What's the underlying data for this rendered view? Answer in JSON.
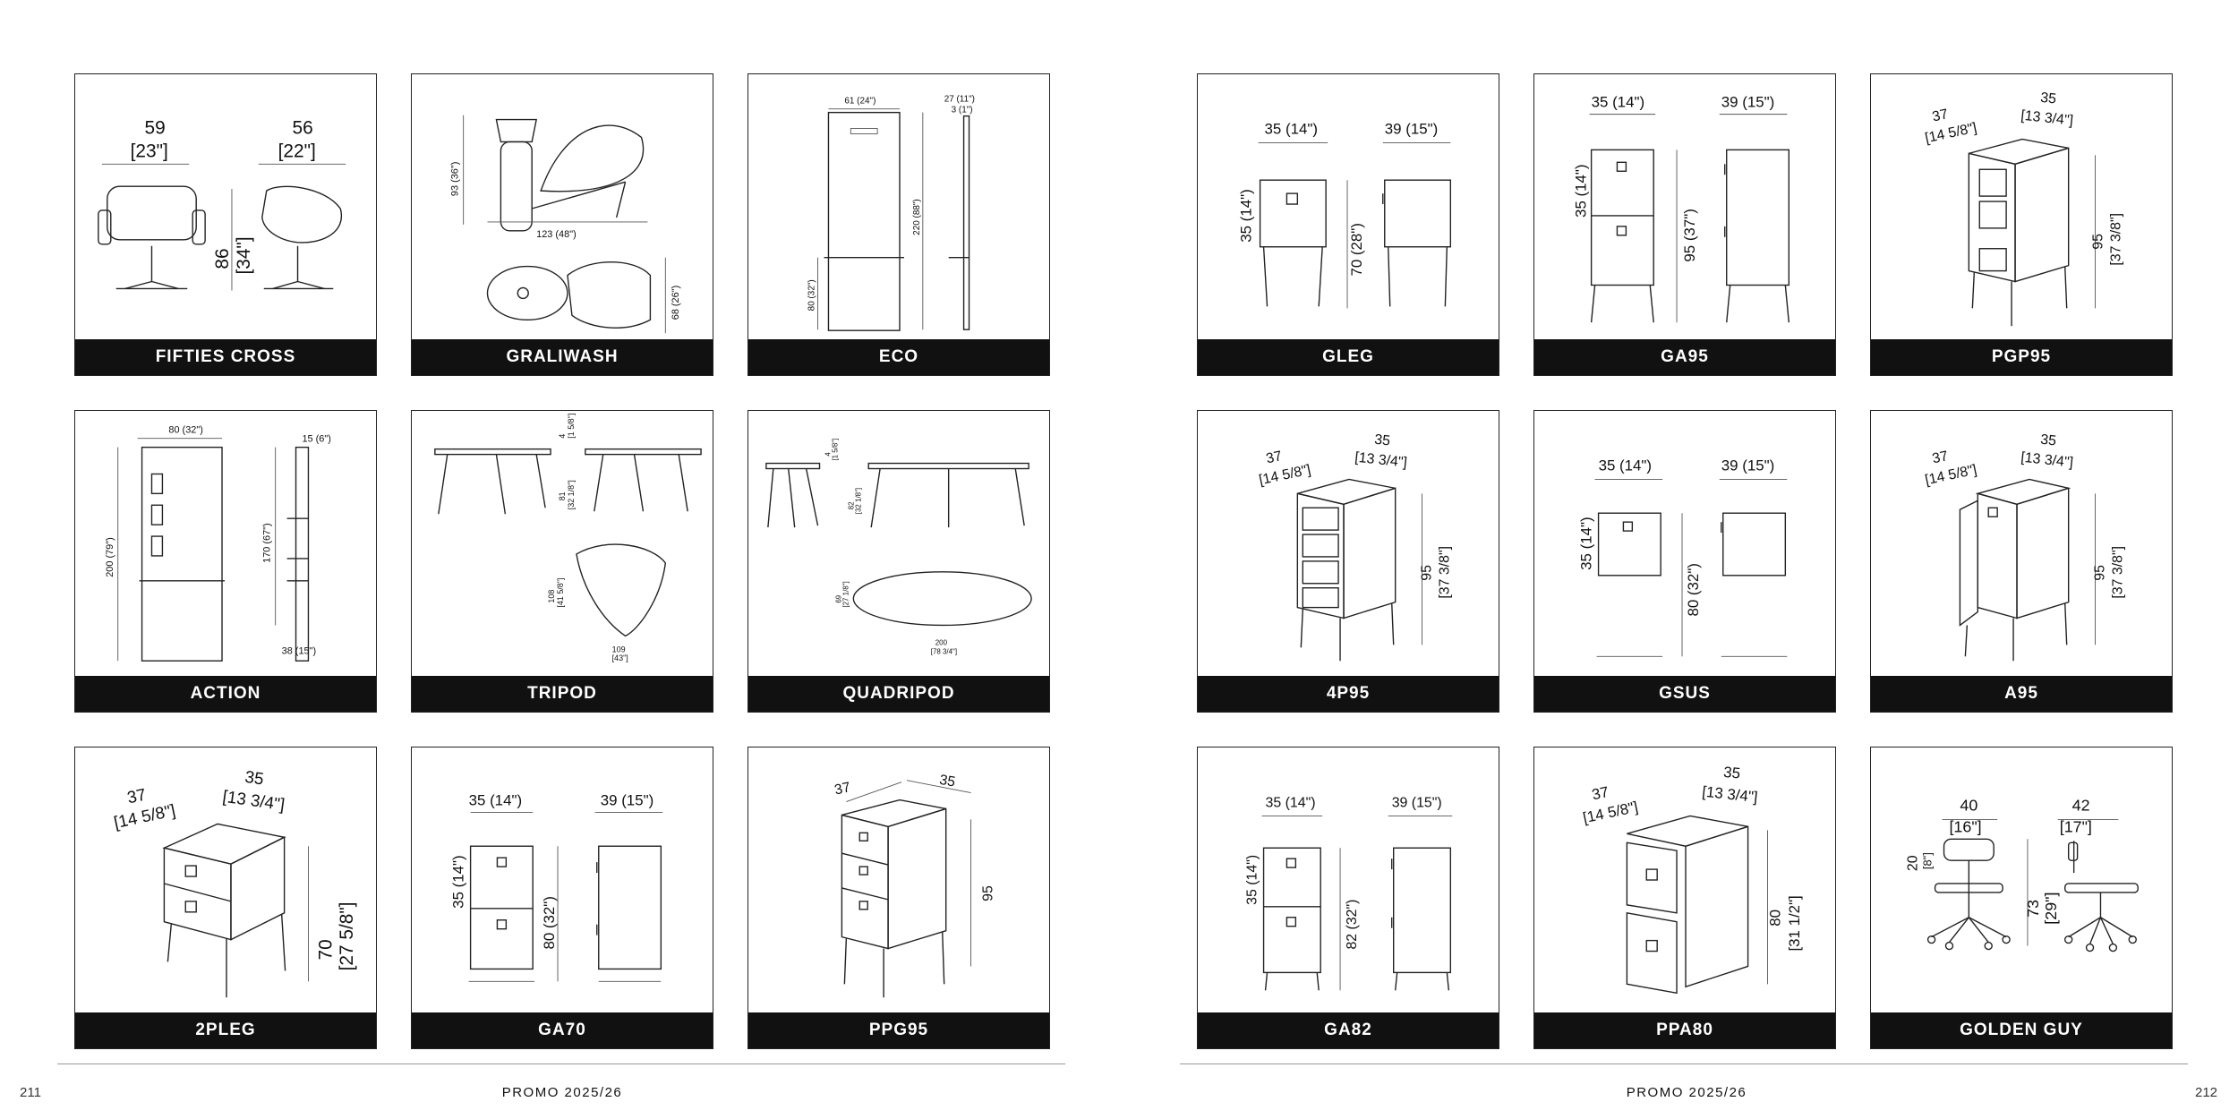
{
  "left_page": {
    "page_number": "211",
    "footer_title": "PROMO 2025/26",
    "cards": [
      {
        "name": "FIFTIES CROSS",
        "dims": [
          "59",
          "[23\"]",
          "56",
          "[22\"]",
          "86",
          "[34\"]"
        ]
      },
      {
        "name": "GRALIWASH",
        "dims": [
          "93 (36\")",
          "123 (48\")",
          "68 (26\")"
        ]
      },
      {
        "name": "ECO",
        "dims": [
          "61 (24\")",
          "27 (11\")",
          "3 (1\")",
          "220 (88\")",
          "80 (32\")"
        ]
      },
      {
        "name": "ACTION",
        "dims": [
          "80 (32\")",
          "15 (6\")",
          "200 (79\")",
          "170 (67\")",
          "38 (15\")"
        ]
      },
      {
        "name": "TRIPOD",
        "dims": [
          "4",
          "[1 5/8\"]",
          "81",
          "[32 1/8\"]",
          "108",
          "[41 5/8\"]",
          "109",
          "[43\"]"
        ]
      },
      {
        "name": "QUADRIPOD",
        "dims": [
          "4",
          "[1 5/8\"]",
          "82",
          "[32 1/8\"]",
          "69",
          "[27 1/8\"]",
          "200",
          "[78 3/4\"]"
        ]
      },
      {
        "name": "2PLEG",
        "dims": [
          "37",
          "[14 5/8\"]",
          "35",
          "[13 3/4\"]",
          "70",
          "[27 5/8\"]"
        ]
      },
      {
        "name": "GA70",
        "dims": [
          "35 (14\")",
          "39 (15\")",
          "35 (14\")",
          "80 (32\")"
        ]
      },
      {
        "name": "PPG95",
        "dims": [
          "37",
          "35",
          "95"
        ]
      }
    ]
  },
  "right_page": {
    "page_number": "212",
    "footer_title": "PROMO 2025/26",
    "cards": [
      {
        "name": "GLEG",
        "dims": [
          "35 (14\")",
          "39 (15\")",
          "35 (14\")",
          "70 (28\")"
        ]
      },
      {
        "name": "GA95",
        "dims": [
          "35 (14\")",
          "39 (15\")",
          "35 (14\")",
          "95 (37\")"
        ]
      },
      {
        "name": "PGP95",
        "dims": [
          "37",
          "[14 5/8\"]",
          "35",
          "[13 3/4\"]",
          "95",
          "[37 3/8\"]"
        ]
      },
      {
        "name": "4P95",
        "dims": [
          "37",
          "[14 5/8\"]",
          "35",
          "[13 3/4\"]",
          "95",
          "[37 3/8\"]"
        ]
      },
      {
        "name": "GSUS",
        "dims": [
          "35 (14\")",
          "39 (15\")",
          "35 (14\")",
          "80 (32\")"
        ]
      },
      {
        "name": "A95",
        "dims": [
          "37",
          "[14 5/8\"]",
          "35",
          "[13 3/4\"]",
          "95",
          "[37 3/8\"]"
        ]
      },
      {
        "name": "GA82",
        "dims": [
          "35 (14\")",
          "39 (15\")",
          "35 (14\")",
          "82 (32\")"
        ]
      },
      {
        "name": "PPA80",
        "dims": [
          "37",
          "[14 5/8\"]",
          "35",
          "[13 3/4\"]",
          "80",
          "[31 1/2\"]"
        ]
      },
      {
        "name": "GOLDEN GUY",
        "dims": [
          "40",
          "[16\"]",
          "42",
          "[17\"]",
          "20",
          "[8\"]",
          "73",
          "[29\"]"
        ]
      }
    ]
  }
}
